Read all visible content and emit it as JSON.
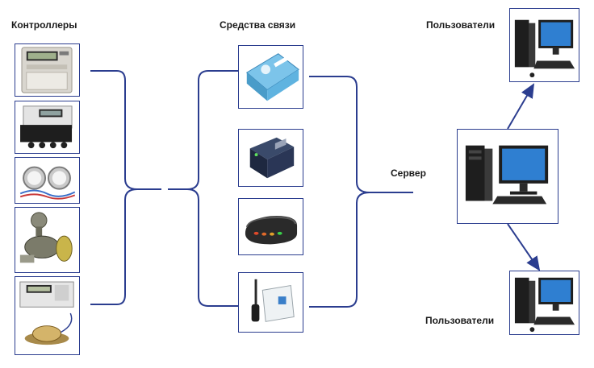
{
  "labels": {
    "controllers": "Контроллеры",
    "communication": "Средства связи",
    "server": "Сервер",
    "users_top": "Пользователи",
    "users_bottom": "Пользователи"
  },
  "colors": {
    "line": "#2b3d8f",
    "box_border": "#2b3d8f",
    "monitor_screen": "#2f7fd1",
    "device_blue": "#5fb3e0"
  },
  "nodes": {
    "controllers": [
      "electricity-meter",
      "heat-meter-controller",
      "water-meters",
      "gas-flow-meter",
      "heat-calculator-with-sensor"
    ],
    "communication": [
      "rs485-converter",
      "serial-device-server",
      "modem",
      "gsm-modem"
    ],
    "server": "server-computer",
    "users": [
      "user-computer-top",
      "user-computer-bottom"
    ]
  }
}
